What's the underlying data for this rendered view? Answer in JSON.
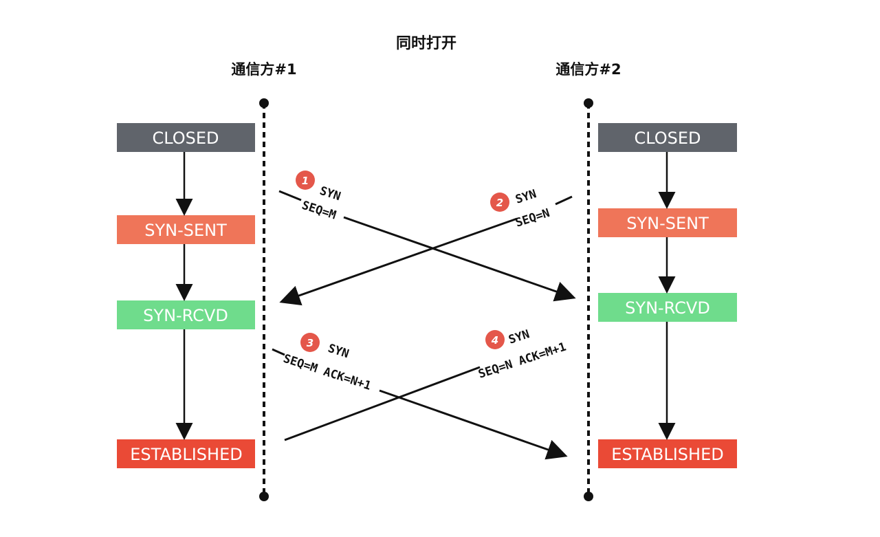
{
  "title": "同时打开",
  "parties": {
    "left": "通信方#1",
    "right": "通信方#2"
  },
  "states": {
    "left": [
      "CLOSED",
      "SYN-SENT",
      "SYN-RCVD",
      "ESTABLISHED"
    ],
    "right": [
      "CLOSED",
      "SYN-SENT",
      "SYN-RCVD",
      "ESTABLISHED"
    ]
  },
  "messages": [
    {
      "step": "1",
      "line1": "SYN",
      "line2": "SEQ=M"
    },
    {
      "step": "2",
      "line1": "SYN",
      "line2": "SEQ=N"
    },
    {
      "step": "3",
      "line1": "SYN",
      "line2": "SEQ=M ACK=N+1"
    },
    {
      "step": "4",
      "line1": "SYN",
      "line2": "SEQ=N ACK=M+1"
    }
  ],
  "colors": {
    "closed": "#60646b",
    "syn_sent": "#ef7559",
    "syn_rcvd": "#6fdc8c",
    "established": "#ea4a36",
    "badge": "#e4574a",
    "line": "#111111"
  }
}
